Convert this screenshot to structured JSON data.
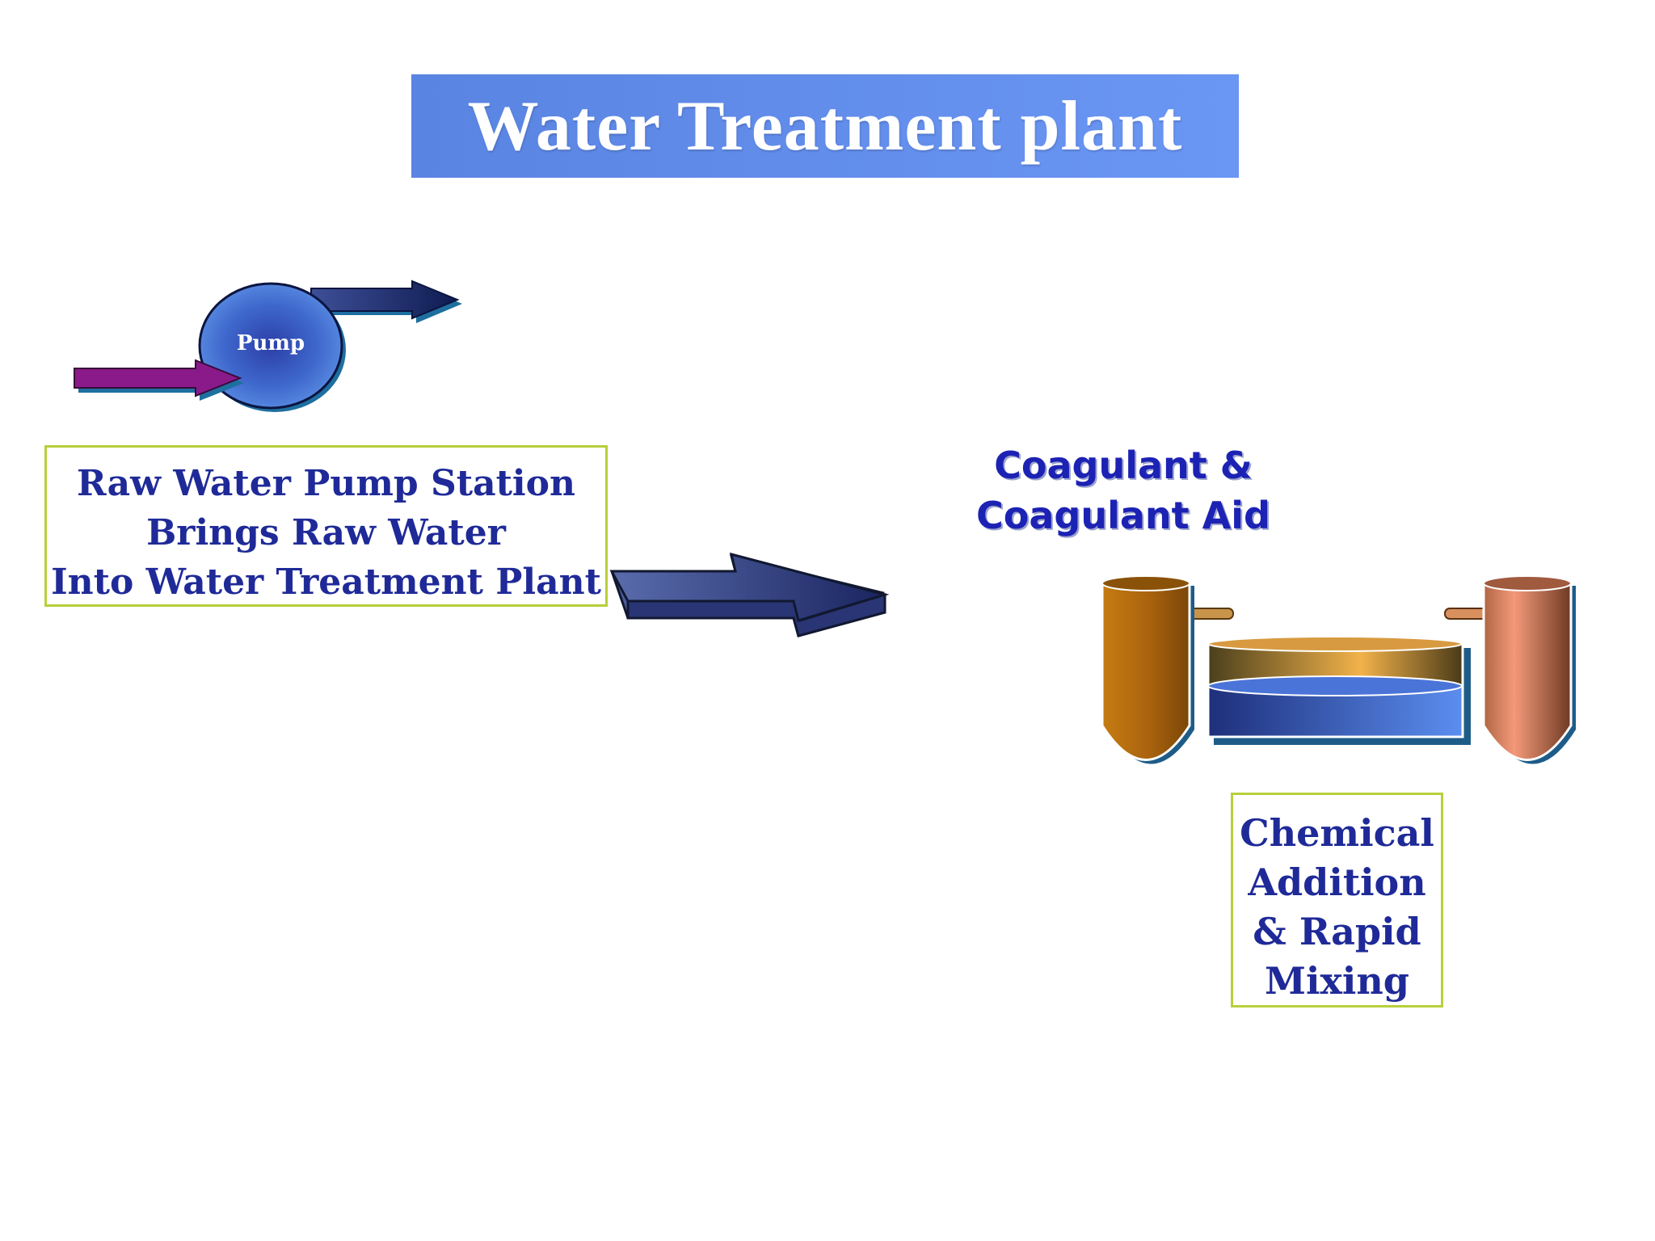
{
  "title": "Water Treatment plant",
  "pump": {
    "label": "Pump",
    "description": [
      "Raw Water Pump Station",
      "Brings Raw Water",
      "Into Water Treatment Plant"
    ]
  },
  "coagulant": [
    "Coagulant &",
    "Coagulant Aid"
  ],
  "mixing": [
    "Chemical",
    "Addition",
    "& Rapid",
    "Mixing"
  ],
  "colors": {
    "banner": "#5e8aea",
    "text_dark_blue": "#1f2a98",
    "box_border": "#b7cf3a",
    "inlet_arrow": "#8a1a8a",
    "tank_left": "#b06a12",
    "tank_right": "#e8886a"
  }
}
